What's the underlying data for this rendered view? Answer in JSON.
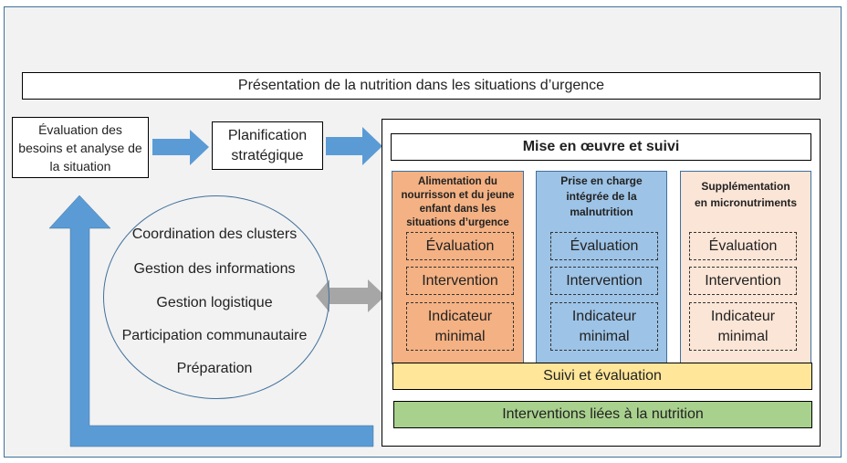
{
  "diagram": {
    "title": "Présentation de la nutrition dans les situations d’urgence",
    "steps": {
      "needs_assessment": "Évaluation des besoins et analyse de la situation",
      "strategic_planning": "Planification stratégique",
      "implementation": "Mise en œuvre et suivi"
    },
    "columns": [
      {
        "title": "Alimentation du nourrisson et du jeune enfant dans les situations d’urgence",
        "items": [
          "Évaluation",
          "Intervention",
          "Indicateur minimal"
        ],
        "color": "#f4b183"
      },
      {
        "title": "Prise en charge intégrée de la malnutrition",
        "items": [
          "Évaluation",
          "Intervention",
          "Indicateur minimal"
        ],
        "color": "#9dc3e6"
      },
      {
        "title": "Supplémentation en micronutriments",
        "items": [
          "Évaluation",
          "Intervention",
          "Indicateur minimal"
        ],
        "color": "#fbe5d6"
      }
    ],
    "monitoring": "Suivi et évaluation",
    "related_interventions": "Interventions liées à la nutrition",
    "cross_cutting": [
      "Coordination des clusters",
      "Gestion des informations",
      "Gestion logistique",
      "Participation communautaire",
      "Préparation"
    ],
    "colors": {
      "arrow_blue": "#5b9bd5",
      "arrow_gray": "#a6a6a6",
      "monitoring_fill": "#ffe699",
      "related_fill": "#a9d18e",
      "background": "#f2f2f2",
      "frame_border": "#41719c"
    }
  }
}
